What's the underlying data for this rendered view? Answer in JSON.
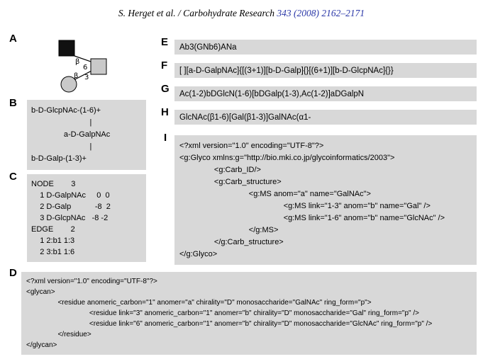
{
  "colors": {
    "box_gray": "#d8d8d8",
    "link_blue": "#2b38a8",
    "node_gray": "#c9c9c9",
    "node_black": "#111111"
  },
  "header": {
    "citation": "S. Herget et al. / Carbohydrate Research ",
    "citation_link": "343 (2008) 2162–2171"
  },
  "panels": {
    "a": {
      "label": "A",
      "edge_top_anomer": "β",
      "edge_top_linkage": "6",
      "edge_bottom_anomer": "β",
      "edge_bottom_linkage": "3"
    },
    "b": {
      "label": "B",
      "text": "b-D-GlcpNAc-(1-6)+\n                           |\n               a-D-GalpNAc\n                           |\nb-D-Galp-(1-3)+"
    },
    "c": {
      "label": "C",
      "text": "NODE        3\n    1 D-GalpNAc     0  0\n    2 D-Galp           -8  2\n    3 D-GlcpNAc   -8 -2\nEDGE        2\n    1 2:b1 1:3\n    2 3:b1 1:6"
    },
    "d": {
      "label": "D",
      "xml_text": "<?xml version=\"1.0\" encoding=\"UTF-8\"?>\n<glycan>\n\t<residue anomeric_carbon=\"1\" anomer=\"a\" chirality=\"D\" monosaccharide=\"GalNAc\" ring_form=\"p\">\n\t\t<residue link=\"3\" anomeric_carbon=\"1\" anomer=\"b\" chirality=\"D\" monosaccharide=\"Gal\" ring_form=\"p\" />\n\t\t<residue link=\"6\" anomeric_carbon=\"1\" anomer=\"b\" chirality=\"D\" monosaccharide=\"GlcNAc\" ring_form=\"p\" />\n\t</residue>\n</glycan>"
    },
    "e": {
      "label": "E",
      "text": "Ab3(GNb6)ANa"
    },
    "f": {
      "label": "F",
      "text": "[ ][a-D-GalpNAc]{[(3+1)][b-D-Galp]{}[(6+1)][b-D-GlcpNAc]{}}"
    },
    "g": {
      "label": "G",
      "text": "Ac(1-2)bDGlcN(1-6)[bDGalp(1-3),Ac(1-2)]aDGalpN"
    },
    "h": {
      "label": "H",
      "text": "GlcNAc(β1-6)[Gal(β1-3)]GalNAc(α1-"
    },
    "i": {
      "label": "I",
      "xml_text": "<?xml version=\"1.0\" encoding=\"UTF-8\"?>\n<g:Glyco xmlns:g=\"http://bio.mki.co.jp/glycoinformatics/2003\">\n\t<g:Carb_ID/>\n\t<g:Carb_structure>\n\t\t<g:MS anom=\"a\" name=\"GalNAc\">\n\t\t\t<g:MS link=\"1-3\" anom=\"b\" name=\"Gal\" />\n\t\t\t<g:MS link=\"1-6\" anom=\"b\" name=\"GlcNAc\" />\n\t\t</g:MS>\n\t</g:Carb_structure>\n</g:Glyco>"
    }
  }
}
